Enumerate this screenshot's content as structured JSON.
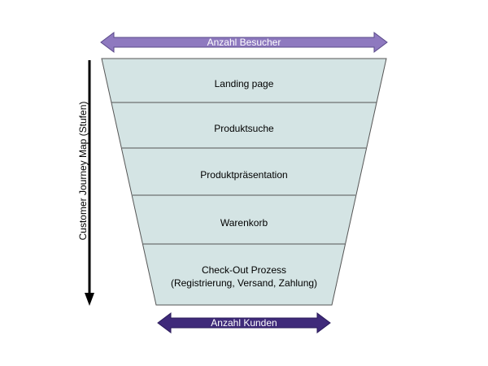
{
  "top_arrow": {
    "label": "Anzahl Besucher",
    "color": "#8e79bf"
  },
  "bottom_arrow": {
    "label": "Anzahl Kunden",
    "color": "#3f2a7a"
  },
  "side_axis": {
    "label": "Customer Journey Map (Stufen)"
  },
  "funnel": {
    "fill": "#d4e4e4",
    "stroke": "#555555"
  },
  "stages": [
    {
      "label": "Landing page"
    },
    {
      "label": "Produktsuche"
    },
    {
      "label": "Produktpräsentation"
    },
    {
      "label": "Warenkorb"
    },
    {
      "label": "Check-Out Prozess",
      "sublabel": "(Registrierung, Versand, Zahlung)"
    }
  ]
}
